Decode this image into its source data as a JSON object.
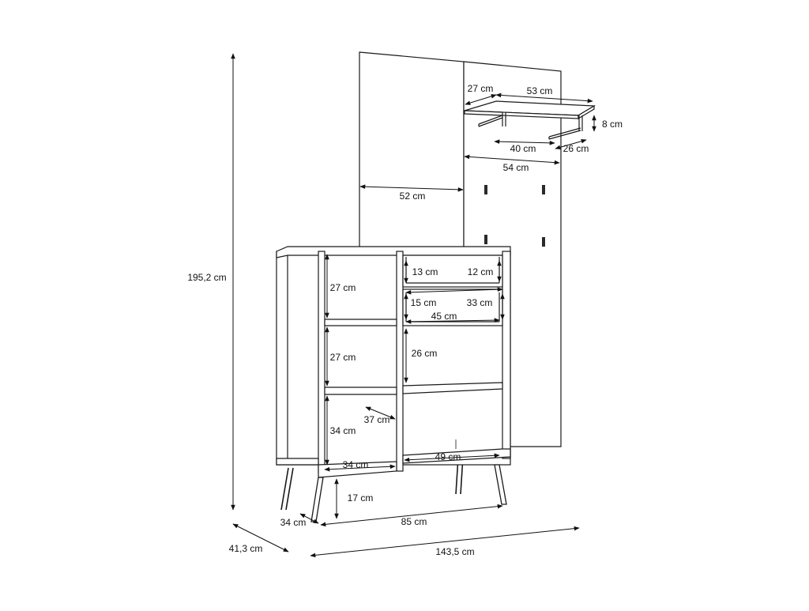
{
  "dimensions": {
    "total_height": "195,2 cm",
    "total_depth": "41,3 cm",
    "total_width": "143,5 cm",
    "shelf_top_depth": "27 cm",
    "shelf_top_width": "53 cm",
    "shelf_height": "8 cm",
    "shelf_rail_width": "40 cm",
    "shelf_rail_depth": "26 cm",
    "panel_right_width": "54 cm",
    "panel_left_width": "52 cm",
    "left_comp_top": "27 cm",
    "left_comp_mid": "27 cm",
    "left_comp_bottom": "34 cm",
    "left_comp_depth": "37 cm",
    "left_comp_width": "34 cm",
    "drawer_top_height": "13 cm",
    "drawer_top_inner": "12 cm",
    "drawer_bottom_height": "15 cm",
    "drawer_bottom_inner": "33 cm",
    "drawer_width": "45 cm",
    "right_open_height": "26 cm",
    "right_comp_width": "49 cm",
    "leg_height": "17 cm",
    "cabinet_depth": "34 cm",
    "cabinet_width": "85 cm"
  }
}
